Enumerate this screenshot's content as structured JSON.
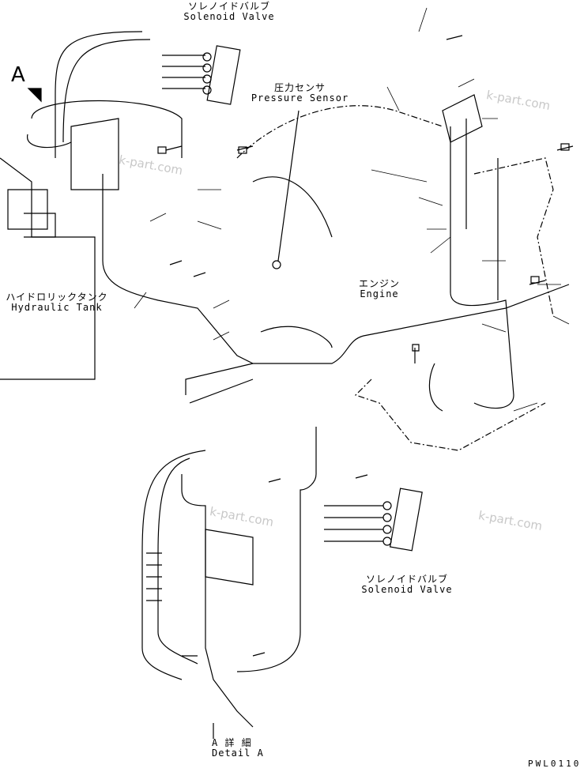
{
  "labels": {
    "solenoid_top_jp": "ソレノイドバルブ",
    "solenoid_top_en": "Solenoid Valve",
    "pressure_jp": "圧力センサ",
    "pressure_en": "Pressure Sensor",
    "tank_jp": "ハイドロリックタンク",
    "tank_en": "Hydraulic Tank",
    "engine_jp": "エンジン",
    "engine_en": "Engine",
    "solenoid_bottom_jp": "ソレノイドバルブ",
    "solenoid_bottom_en": "Solenoid Valve",
    "detail_jp": "A 詳 細",
    "detail_en": "Detail A",
    "view_marker": "A",
    "drawing_code": "PWL0110"
  },
  "watermark": "k-part.com",
  "colors": {
    "line": "#000000",
    "watermark": "#c8c8c8"
  }
}
